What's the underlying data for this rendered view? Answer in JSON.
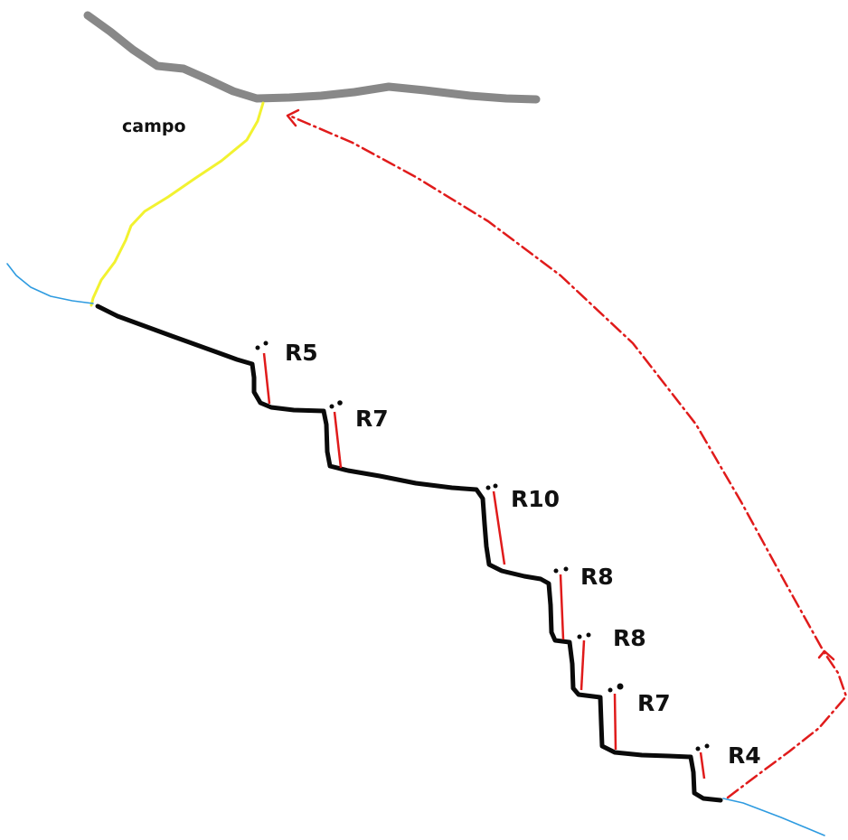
{
  "labels": {
    "campo": "campo"
  },
  "pitches": [
    {
      "name": "R5"
    },
    {
      "name": "R7"
    },
    {
      "name": "R10"
    },
    {
      "name": "R8"
    },
    {
      "name": "R8"
    },
    {
      "name": "R7"
    },
    {
      "name": "R4"
    }
  ],
  "colors": {
    "road": "#888888",
    "approach_path": "#f2f230",
    "river": "#2e9be0",
    "climb_route": "#0a0a0a",
    "pitch_line": "#e01b1b",
    "descent_arrow": "#e01b1b",
    "anchor": "#0a0a0a"
  }
}
